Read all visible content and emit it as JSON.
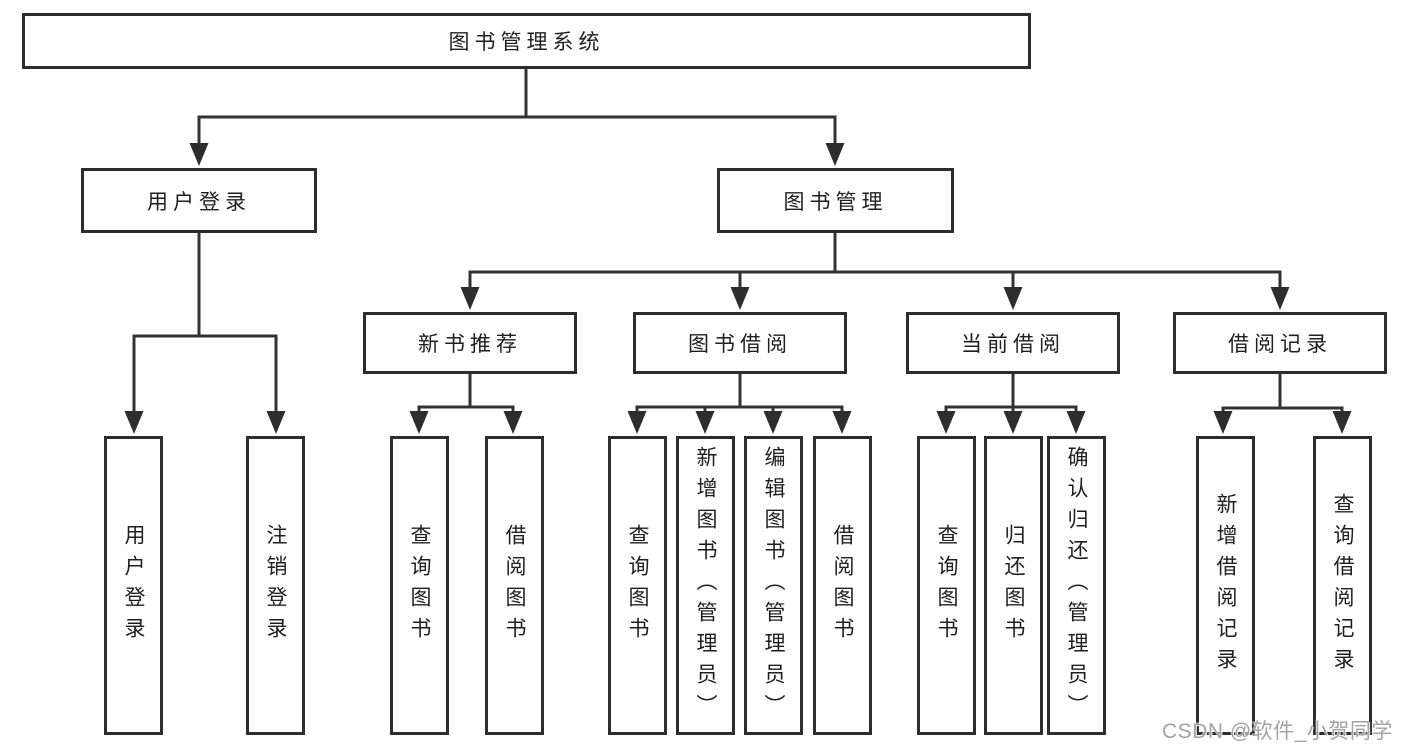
{
  "tree": {
    "label": "图书管理系统",
    "children": [
      {
        "label": "用户登录",
        "children": [
          {
            "label": "用户登录"
          },
          {
            "label": "注销登录"
          }
        ]
      },
      {
        "label": "图书管理",
        "children": [
          {
            "label": "新书推荐",
            "children": [
              {
                "label": "查询图书"
              },
              {
                "label": "借阅图书"
              }
            ]
          },
          {
            "label": "图书借阅",
            "children": [
              {
                "label": "查询图书"
              },
              {
                "label": "新增图书（管理员）"
              },
              {
                "label": "编辑图书（管理员）"
              },
              {
                "label": "借阅图书"
              }
            ]
          },
          {
            "label": "当前借阅",
            "children": [
              {
                "label": "查询图书"
              },
              {
                "label": "归还图书"
              },
              {
                "label": "确认归还（管理员）"
              }
            ]
          },
          {
            "label": "借阅记录",
            "children": [
              {
                "label": "新增借阅记录"
              },
              {
                "label": "查询借阅记录"
              }
            ]
          }
        ]
      }
    ]
  },
  "watermark": "CSDN @软件_小贺同学",
  "colors": {
    "line": "#333333",
    "box_border": "#2d2d2d",
    "text": "#1f1f1f",
    "background": "#ffffff",
    "watermark": "#a3a3a3"
  }
}
